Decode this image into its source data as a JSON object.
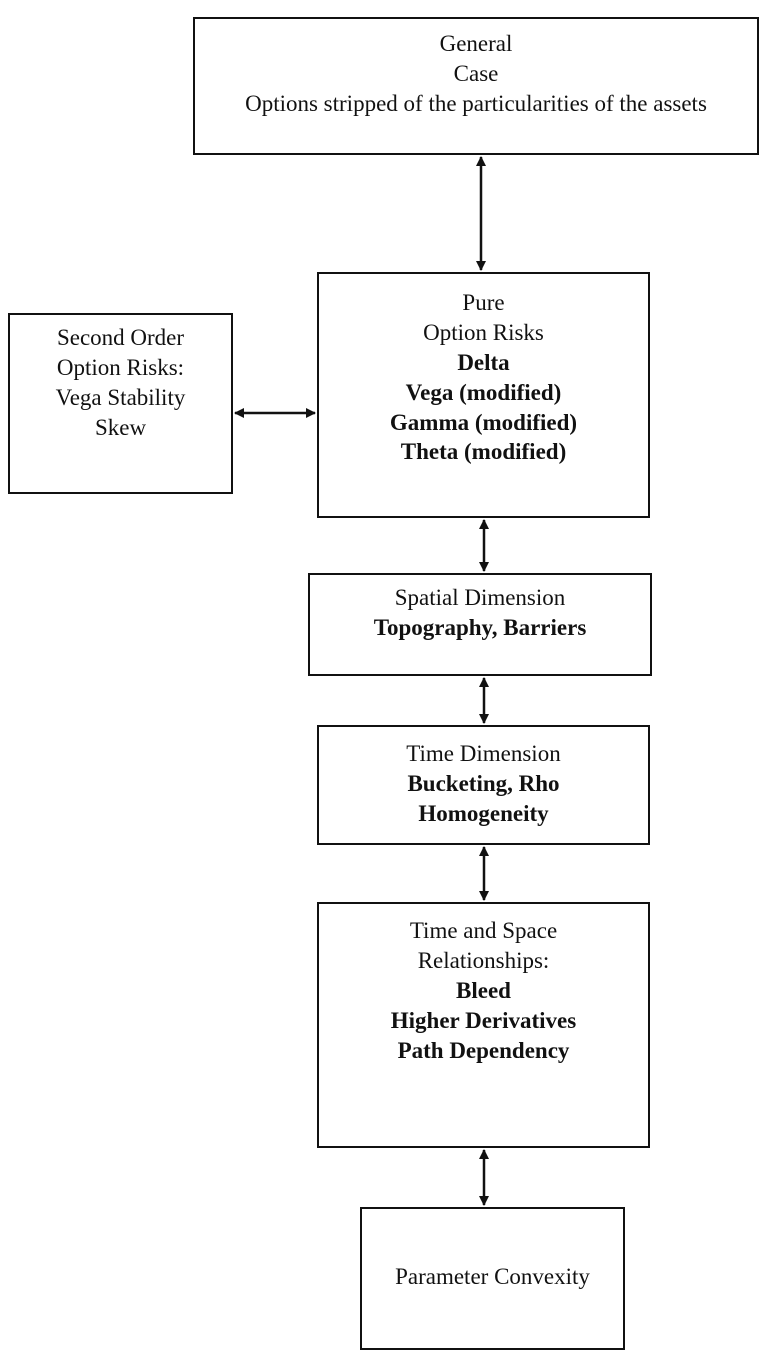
{
  "boxes": {
    "general": {
      "lines": [
        "General",
        "Case",
        "Options stripped of the particularities of the assets"
      ]
    },
    "pure": {
      "lines": [
        "Pure",
        "Option Risks"
      ],
      "bold": [
        "Delta",
        "Vega (modified)",
        "Gamma (modified)",
        "Theta (modified)"
      ]
    },
    "second_order": {
      "lines": [
        "Second Order",
        "Option Risks:",
        "Vega Stability",
        "Skew"
      ]
    },
    "spatial": {
      "lines": [
        "Spatial Dimension"
      ],
      "bold": [
        "Topography, Barriers"
      ]
    },
    "time": {
      "lines": [
        "Time Dimension"
      ],
      "bold": [
        "Bucketing, Rho",
        "Homogeneity"
      ]
    },
    "time_space": {
      "lines": [
        "Time and Space",
        "Relationships:"
      ],
      "bold": [
        "Bleed",
        "Higher Derivatives",
        "Path Dependency"
      ]
    },
    "parameter": {
      "lines": [
        "Parameter Convexity"
      ]
    }
  }
}
